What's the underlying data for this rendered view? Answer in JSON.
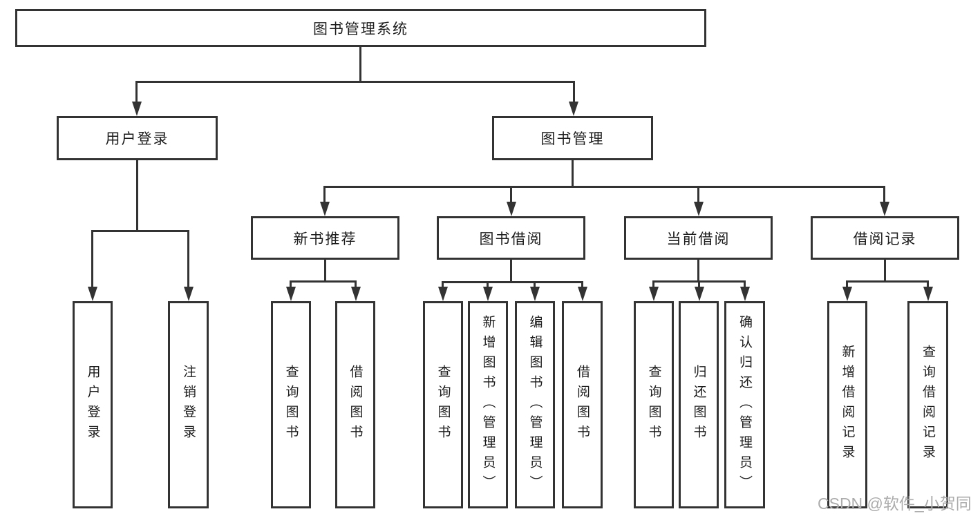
{
  "diagram": {
    "tree": {
      "label": "图书管理系统",
      "children": [
        {
          "label": "用户登录",
          "children": [
            {
              "label": "用户登录"
            },
            {
              "label": "注销登录"
            }
          ]
        },
        {
          "label": "图书管理",
          "children": [
            {
              "label": "新书推荐",
              "children": [
                {
                  "label": "查询图书"
                },
                {
                  "label": "借阅图书"
                }
              ]
            },
            {
              "label": "图书借阅",
              "children": [
                {
                  "label": "查询图书"
                },
                {
                  "label": "新增图书（管理员）"
                },
                {
                  "label": "编辑图书（管理员）"
                },
                {
                  "label": "借阅图书"
                }
              ]
            },
            {
              "label": "当前借阅",
              "children": [
                {
                  "label": "查询图书"
                },
                {
                  "label": "归还图书"
                },
                {
                  "label": "确认归还（管理员）"
                }
              ]
            },
            {
              "label": "借阅记录",
              "children": [
                {
                  "label": "新增借阅记录"
                },
                {
                  "label": "查询借阅记录"
                }
              ]
            }
          ]
        }
      ]
    },
    "watermark": "CSDN @软件_小贺同学",
    "colors": {
      "line": "#333333",
      "text": "#1c1c1c",
      "watermark": "#acacac",
      "background": "#ffffff"
    }
  }
}
